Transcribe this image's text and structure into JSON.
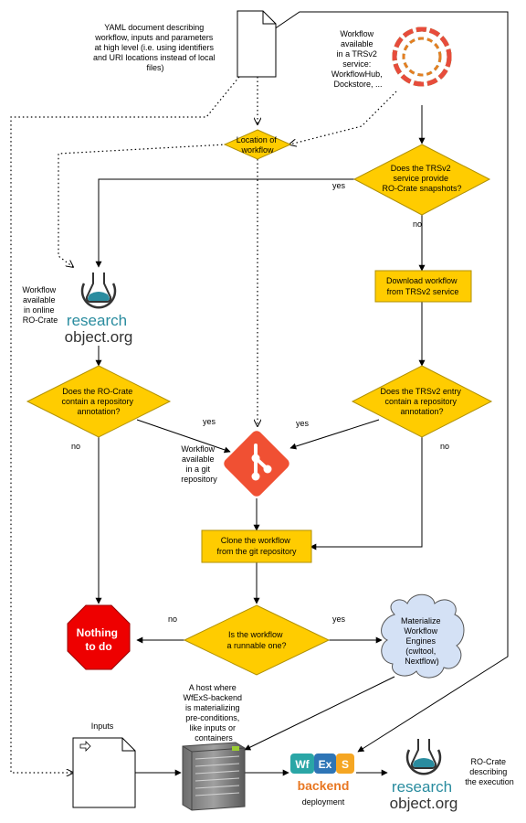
{
  "yaml_doc": {
    "lines": [
      "YAML document describing",
      "workflow, inputs and parameters",
      "at high level (i.e. using identifiers",
      "and URI locations instead of local",
      "files)"
    ]
  },
  "trs_service": {
    "lines": [
      "Workflow",
      "available",
      "in a TRSv2",
      "service:",
      "WorkflowHub,",
      "Dockstore, ..."
    ]
  },
  "location_diamond": {
    "lines": [
      "Location of",
      "workflow"
    ]
  },
  "trs_snapshot_diamond": {
    "lines": [
      "Does the TRSv2",
      "service provide",
      "RO-Crate snapshots?"
    ],
    "yes_label": "yes",
    "no_label": "no"
  },
  "download_box": {
    "lines": [
      "Download workflow",
      "from TRSv2 service"
    ]
  },
  "online_rocrate": {
    "lines": [
      "Workflow",
      "available",
      "in online",
      "RO-Crate"
    ]
  },
  "research_object_logo": {
    "line1": "research",
    "line2": "object.org"
  },
  "rocrate_repo_diamond": {
    "lines": [
      "Does the RO-Crate",
      "contain a repository",
      "annotation?"
    ],
    "yes_label": "yes",
    "no_label": "no"
  },
  "trs_repo_diamond": {
    "lines": [
      "Does the TRSv2 entry",
      "contain a repository",
      "annotation?"
    ],
    "yes_label": "yes",
    "no_label": "no"
  },
  "git_repo": {
    "lines": [
      "Workflow",
      "available",
      "in a git",
      "repository"
    ]
  },
  "clone_box": {
    "lines": [
      "Clone the workflow",
      "from the git repository"
    ]
  },
  "stop_sign": {
    "lines": [
      "Nothing",
      "to do"
    ]
  },
  "runnable_diamond": {
    "lines": [
      "Is the workflow",
      "a runnable one?"
    ],
    "yes_label": "yes",
    "no_label": "no"
  },
  "engines_cloud": {
    "lines": [
      "Materialize",
      "Workflow",
      "Engines",
      "(cwltool,",
      "Nextflow)"
    ]
  },
  "host_note": {
    "lines": [
      "A host where",
      "WfExS-backend",
      "is materializing",
      "pre-conditions,",
      "like inputs or",
      "containers"
    ]
  },
  "inputs_doc": {
    "label": "Inputs"
  },
  "wfexs_logo": {
    "letters": [
      "Wf",
      "Ex",
      "S"
    ],
    "word": "backend",
    "caption": "deployment"
  },
  "output_rocrate": {
    "lines": [
      "RO-Crate",
      "describing",
      "the execution"
    ]
  },
  "colors": {
    "decision": "#FFCC00",
    "stop": "#EE0000",
    "git": "#F05033",
    "cloud": "#D4E1F5",
    "ro_teal": "#2A8C9F",
    "wf_teal": "#2AA6A6",
    "ex_blue": "#2E75B6",
    "s_orange": "#F5A623",
    "backend_orange": "#E87722"
  }
}
